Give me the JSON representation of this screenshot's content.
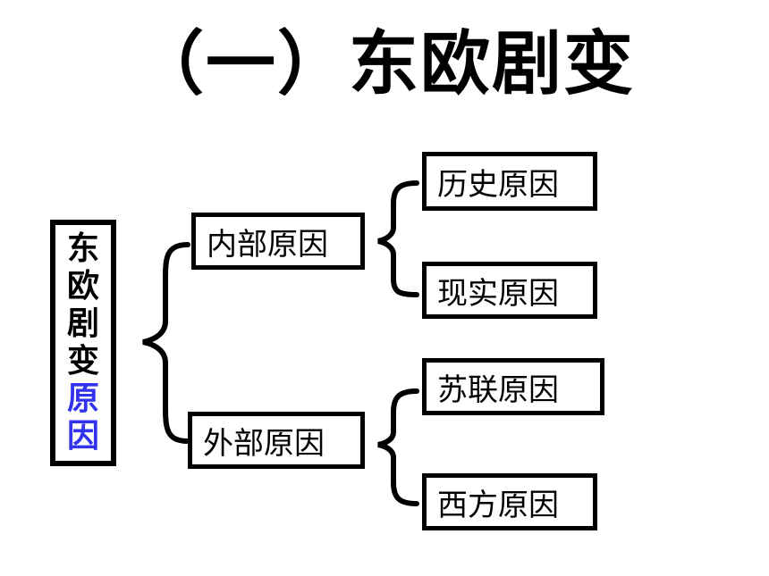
{
  "title": "（一）东欧剧变",
  "root": {
    "chars": [
      "东",
      "欧",
      "剧",
      "变"
    ],
    "highlight_chars": [
      "原",
      "因"
    ],
    "highlight_color": "#3333ee"
  },
  "level1": {
    "internal": "内部原因",
    "external": "外部原因"
  },
  "level2": {
    "historical": "历史原因",
    "realistic": "现实原因",
    "soviet": "苏联原因",
    "western": "西方原因"
  }
}
